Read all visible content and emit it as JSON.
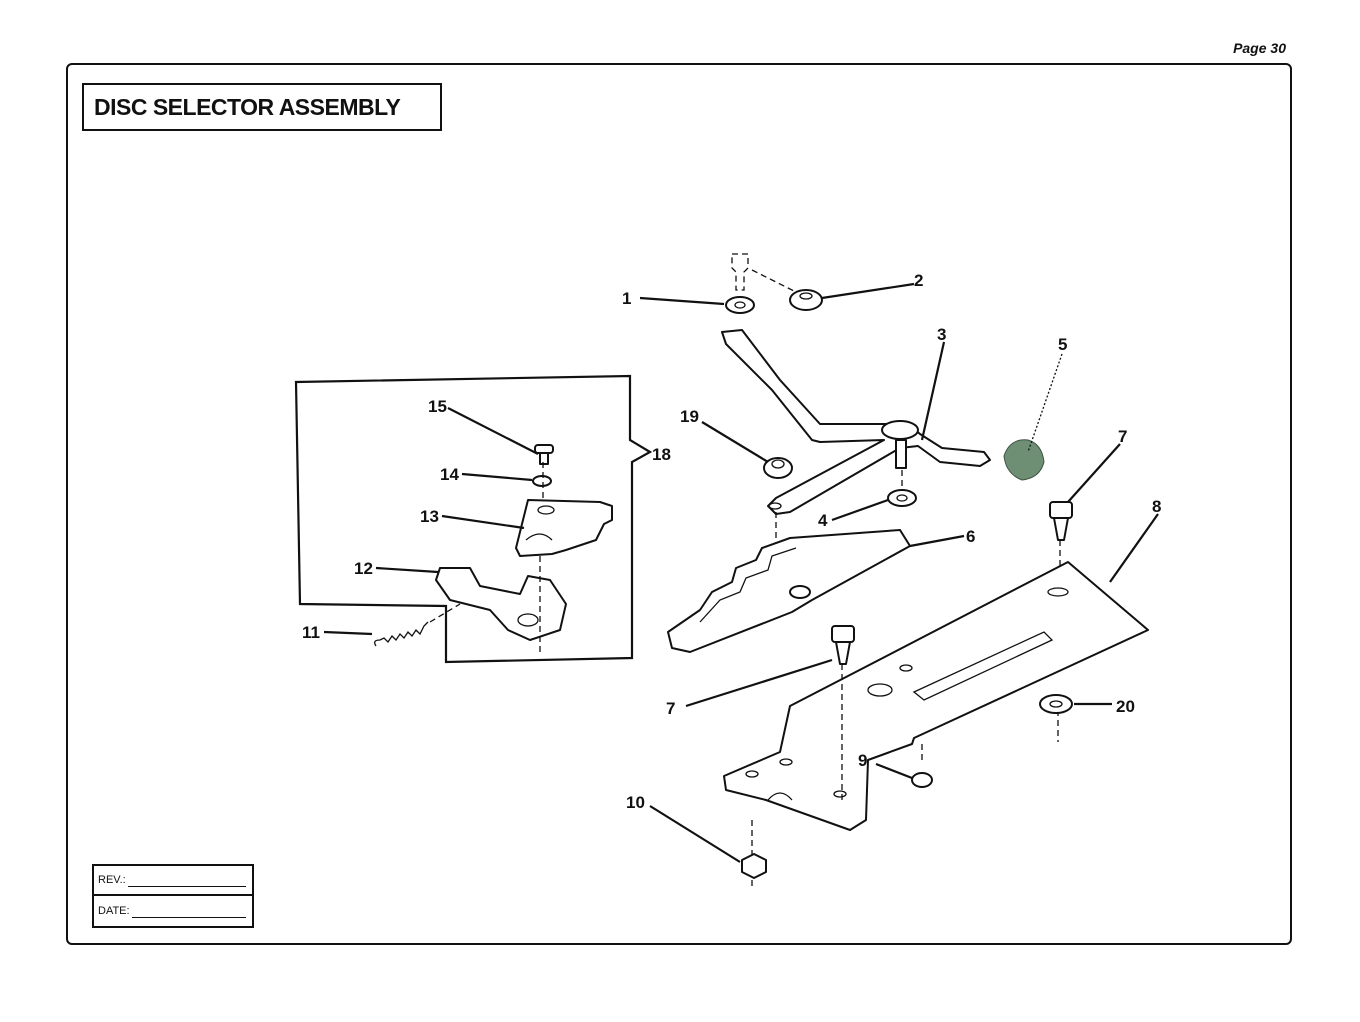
{
  "page": {
    "label": "Page 30"
  },
  "title": "DISC SELECTOR ASSEMBLY",
  "revision_block": {
    "rev_label": "REV.:",
    "date_label": "DATE:"
  },
  "callouts": [
    "1",
    "2",
    "3",
    "4",
    "5",
    "6",
    "7",
    "7",
    "8",
    "9",
    "10",
    "11",
    "12",
    "13",
    "14",
    "15",
    "18",
    "19",
    "20"
  ],
  "colors": {
    "knob": "#6e8f74",
    "ink": "#111111"
  }
}
